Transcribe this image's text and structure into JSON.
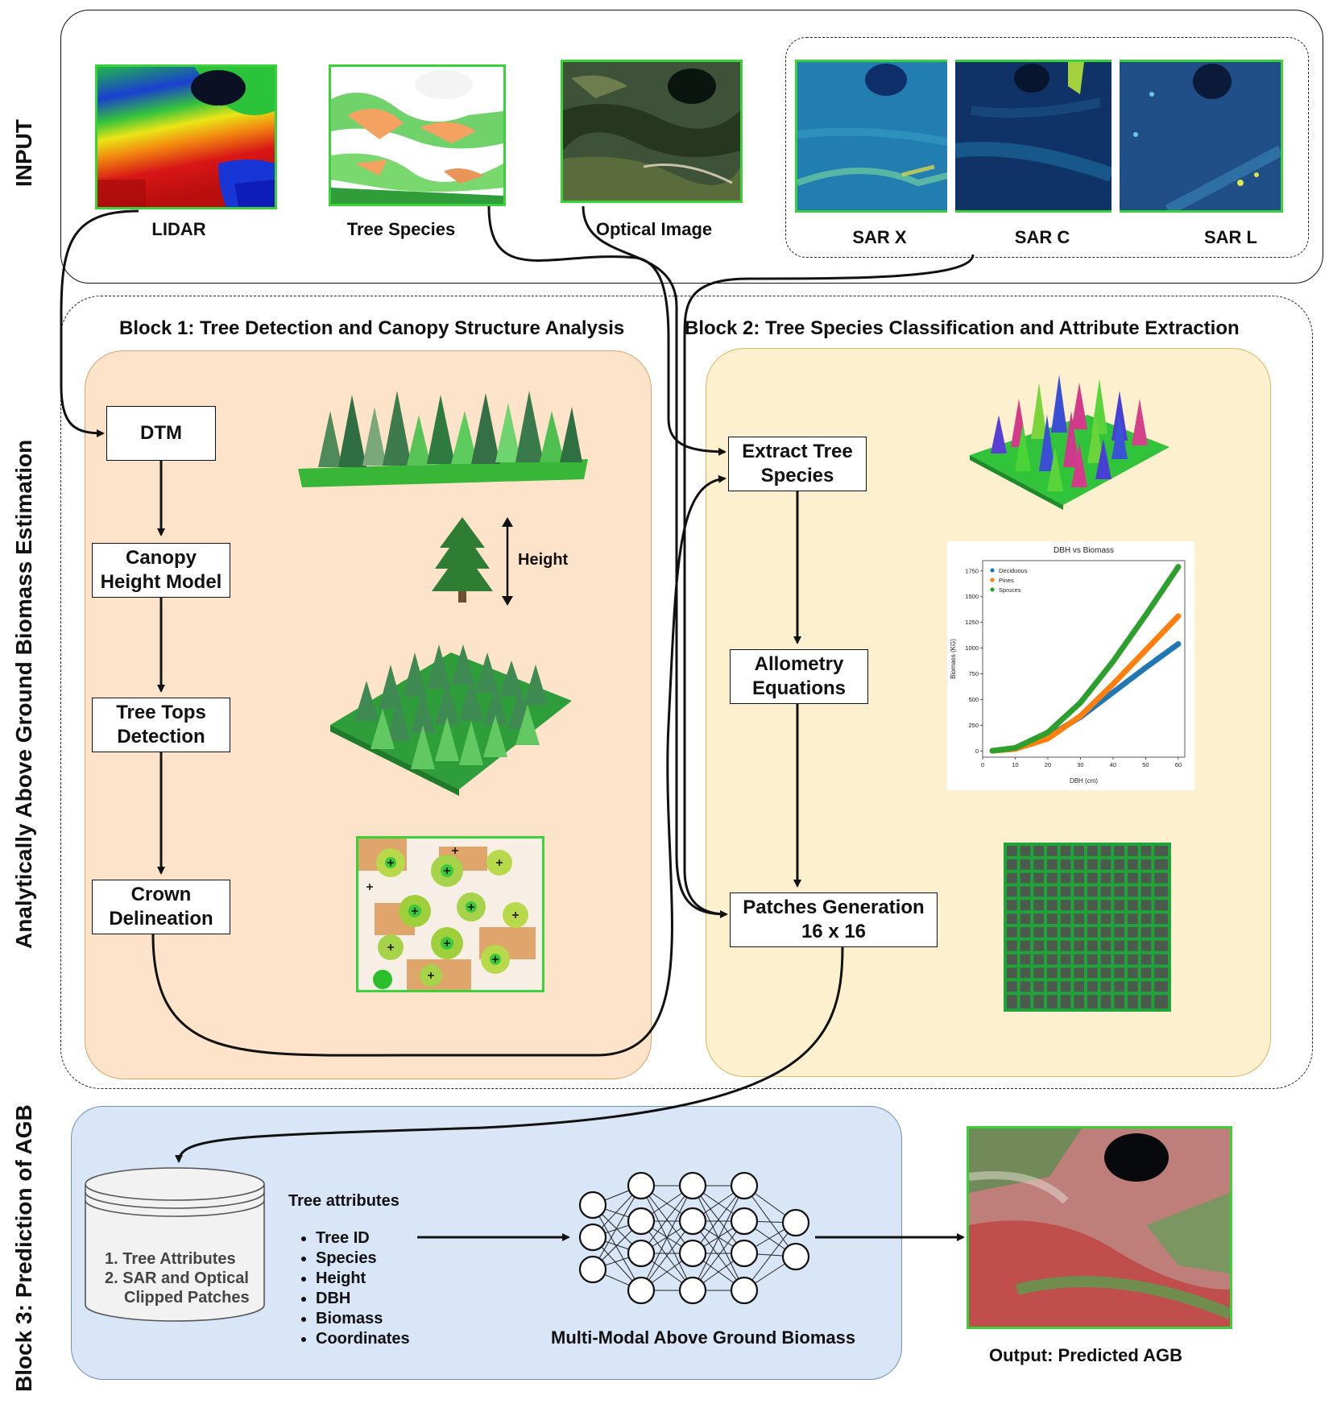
{
  "sections": {
    "input": "INPUT",
    "analytical": "Analytically Above Ground Biomass Estimation",
    "block3": "Block 3: Prediction of AGB"
  },
  "input_labels": {
    "lidar": "LIDAR",
    "tree_species": "Tree Species",
    "optical": "Optical Image",
    "sar_x": "SAR X",
    "sar_c": "SAR C",
    "sar_l": "SAR L"
  },
  "block1": {
    "title": "Block 1: Tree Detection and Canopy Structure Analysis",
    "dtm": "DTM",
    "chm_line1": "Canopy",
    "chm_line2": "Height Model",
    "ttd_line1": "Tree Tops",
    "ttd_line2": "Detection",
    "cd_line1": "Crown",
    "cd_line2": "Delineation",
    "height_label": "Height"
  },
  "block2": {
    "title": "Block 2: Tree Species Classification and Attribute Extraction",
    "ets_line1": "Extract Tree",
    "ets_line2": "Species",
    "ae_line1": "Allometry",
    "ae_line2": "Equations",
    "pg_line1": "Patches Generation",
    "pg_line2": "16 x 16"
  },
  "block3": {
    "db_item1": "1. Tree Attributes",
    "db_item2": "2. SAR and Optical",
    "db_item3": "Clipped Patches",
    "attr_title": "Tree attributes",
    "attributes": [
      "Tree ID",
      "Species",
      "Height",
      "DBH",
      "Biomass",
      "Coordinates"
    ],
    "nn_label": "Multi-Modal Above Ground Biomass",
    "output_label": "Output: Predicted AGB"
  },
  "colors": {
    "block1_fill": "#fde3c9",
    "block1_border": "#d4a66a",
    "block2_fill": "#fdf0cf",
    "block2_border": "#d8b65c",
    "block3_fill": "#d9e6f7",
    "block3_border": "#6f8fb8",
    "thumb_border": "#3ad13a"
  },
  "chart_data": {
    "type": "line",
    "title": "DBH vs Biomass",
    "xlabel": "DBH (cm)",
    "ylabel": "Biomass (KG)",
    "xlim": [
      0,
      62
    ],
    "ylim": [
      -60,
      1850
    ],
    "xticks": [
      "0",
      "10",
      "20",
      "30",
      "40",
      "50",
      "60"
    ],
    "yticks": [
      "0",
      "250",
      "500",
      "750",
      "1000",
      "1250",
      "1500",
      "1750"
    ],
    "legend_position": "top-left",
    "series": [
      {
        "name": "Deciduous",
        "color": "#1f77b4",
        "x": [
          3,
          10,
          20,
          30,
          40,
          50,
          60
        ],
        "values": [
          2,
          25,
          140,
          330,
          570,
          810,
          1040
        ]
      },
      {
        "name": "Pines",
        "color": "#ff7f0e",
        "x": [
          3,
          10,
          20,
          30,
          40,
          50,
          60
        ],
        "values": [
          2,
          20,
          120,
          340,
          650,
          980,
          1310
        ]
      },
      {
        "name": "Spruces",
        "color": "#2ca02c",
        "x": [
          3,
          10,
          20,
          30,
          40,
          50,
          60
        ],
        "values": [
          2,
          30,
          180,
          470,
          870,
          1320,
          1790
        ]
      }
    ]
  }
}
